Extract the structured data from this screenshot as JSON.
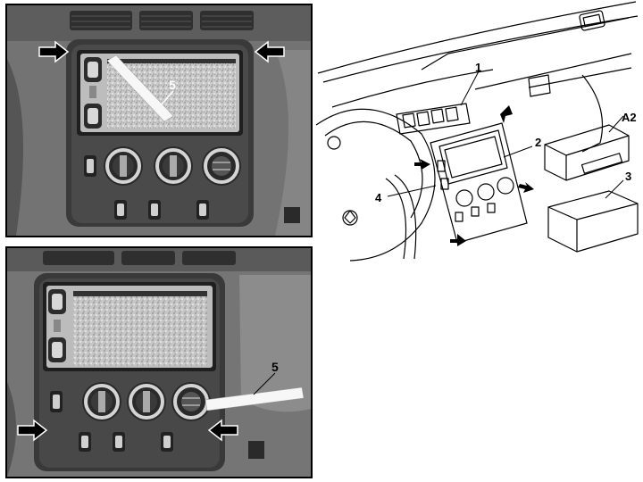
{
  "top_photo": {
    "callout": "5"
  },
  "bottom_photo": {
    "callout": "5"
  },
  "diagram": {
    "callouts": [
      "1",
      "2",
      "3",
      "4",
      "A2"
    ]
  }
}
